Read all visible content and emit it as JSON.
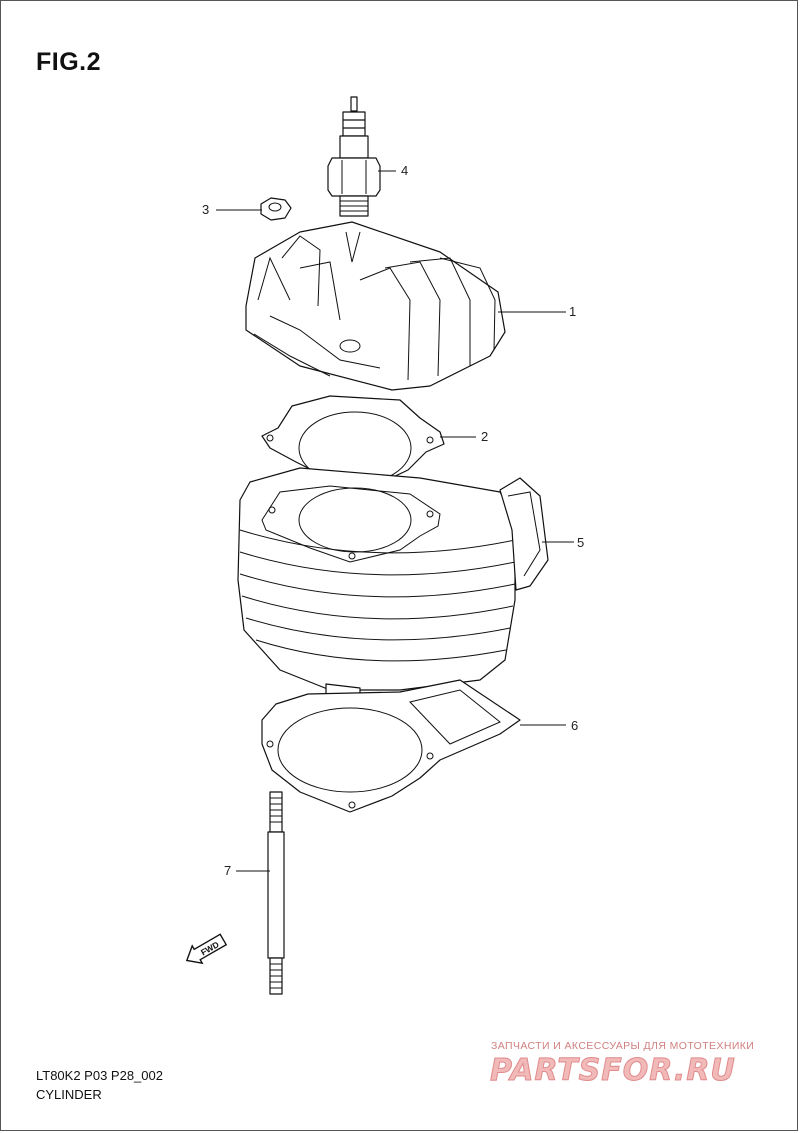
{
  "figure": {
    "title": "FIG.2"
  },
  "callouts": [
    {
      "id": "1",
      "label": "1"
    },
    {
      "id": "2",
      "label": "2"
    },
    {
      "id": "3",
      "label": "3"
    },
    {
      "id": "4",
      "label": "4"
    },
    {
      "id": "5",
      "label": "5"
    },
    {
      "id": "6",
      "label": "6"
    },
    {
      "id": "7",
      "label": "7"
    }
  ],
  "parts": [
    {
      "ref": "1",
      "name": "cylinder-head"
    },
    {
      "ref": "2",
      "name": "head-gasket"
    },
    {
      "ref": "3",
      "name": "nut"
    },
    {
      "ref": "4",
      "name": "spark-plug"
    },
    {
      "ref": "5",
      "name": "cylinder"
    },
    {
      "ref": "6",
      "name": "base-gasket"
    },
    {
      "ref": "7",
      "name": "stud-bolt"
    }
  ],
  "direction_marker": {
    "label": "FWD",
    "icon": "fwd-arrow-icon"
  },
  "footer": {
    "code": "LT80K2 P03 P28_002",
    "name": "CYLINDER"
  },
  "watermark": {
    "tagline": "ЗАПЧАСТИ И АКСЕССУАРЫ ДЛЯ МОТОТЕХНИКИ",
    "logo": "PARTSFOR.RU",
    "color": "#e08c8c"
  }
}
